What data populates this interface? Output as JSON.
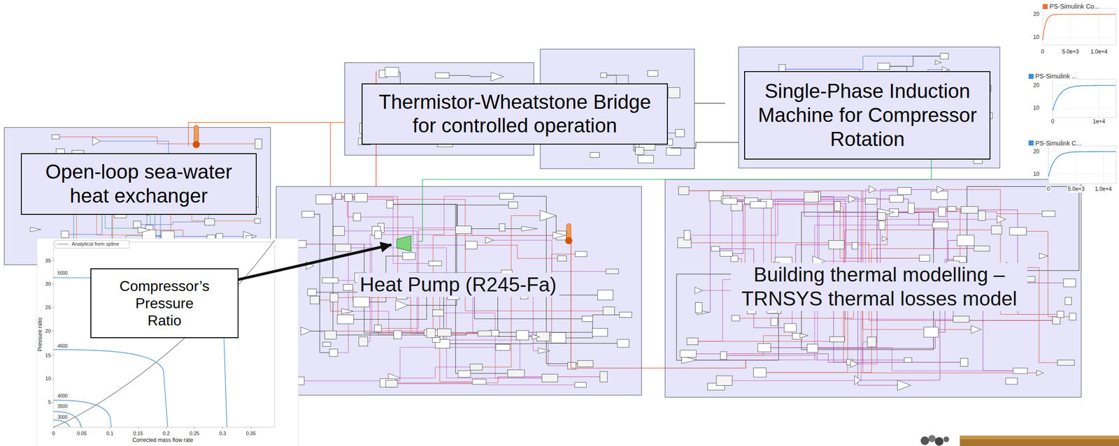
{
  "diagram": {
    "nodes": [
      {
        "text": [
          "Thermistor-Wheatstone Bridge for controlled operation"
        ]
      },
      {
        "text": [
          "Single-Phase Induction Machine for Compressor Rotation"
        ]
      },
      {
        "text": [
          "Open-loop sea-water heat exchanger"
        ]
      },
      {
        "text": [
          "Heat Pump (R245-Fa)"
        ]
      },
      {
        "text": [
          "Building thermal modelling – TRNSYS thermal losses model"
        ]
      },
      {
        "text": [
          "Compressor’s Pressure Ratio"
        ]
      }
    ],
    "edges": [
      {
        "from": 5,
        "to": 3,
        "arrow": "to"
      }
    ],
    "labels": [
      "Pressure ratio",
      "Corrected mass flow rate",
      "35",
      "30",
      "25",
      "20",
      "15",
      "10",
      "5",
      "0",
      "0.05",
      "0.1",
      "0.15",
      "0.2",
      "0.25",
      "0.3",
      "0.35",
      "5000",
      "4500",
      "4000",
      "3500",
      "3000",
      "20",
      "10",
      "0",
      "5.0e+3",
      "1.0e+4",
      "20",
      "10",
      "0",
      "1e+4",
      "20",
      "10",
      "0",
      "5.0e+3",
      "1.0e+4"
    ],
    "legend": [
      {
        "text": "Analytical form spline"
      },
      {
        "text": "PS-Simulink Co...",
        "color": "#e8743b"
      },
      {
        "text": "PS-Simulink ...",
        "color": "#3a8fd6"
      },
      {
        "text": "PS-Simulink C...",
        "color": "#3a8fd6"
      }
    ]
  }
}
